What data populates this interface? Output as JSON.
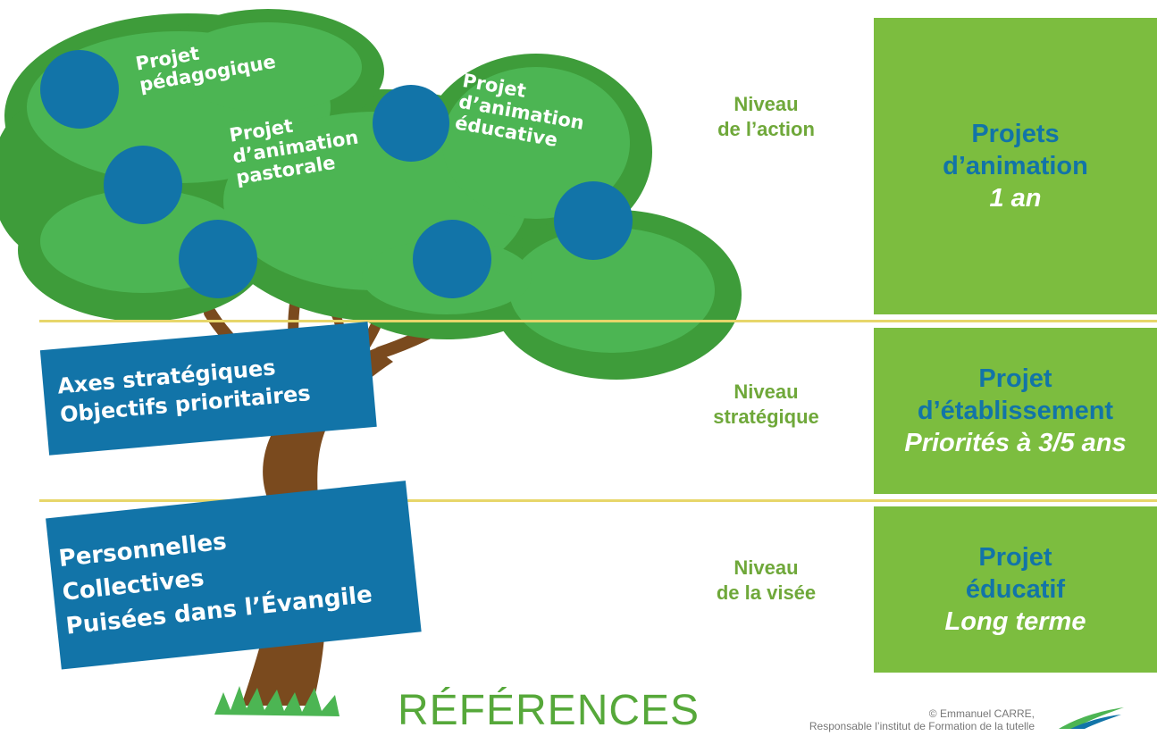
{
  "tree": {
    "labels": {
      "projet_pedagogique": [
        "Projet",
        "pédagogique"
      ],
      "projet_animation_pastorale": [
        "Projet",
        "d’animation",
        "pastorale"
      ],
      "projet_animation_educative": [
        "Projet",
        "d’animation",
        "éducative"
      ]
    },
    "branches_panel": [
      "Axes stratégiques",
      "Objectifs prioritaires"
    ],
    "roots_panel": [
      "Personnelles",
      "Collectives",
      "Puisées dans l’Évangile"
    ]
  },
  "levels": [
    {
      "lines": [
        "Niveau",
        "de l’action"
      ]
    },
    {
      "lines": [
        "Niveau",
        "stratégique"
      ]
    },
    {
      "lines": [
        "Niveau",
        "de la visée"
      ]
    }
  ],
  "boxes": [
    {
      "title": [
        "Projets",
        "d’animation"
      ],
      "subtitle": "1 an"
    },
    {
      "title": [
        "Projet",
        "d’établissement"
      ],
      "subtitle": "Priorités à 3/5 ans"
    },
    {
      "title": [
        "Projet",
        "éducatif"
      ],
      "subtitle": "Long terme"
    }
  ],
  "footer": {
    "references": "RÉFÉRENCES",
    "copyright": [
      "© Emmanuel CARRE,",
      "Responsable l’institut de Formation de la tutelle"
    ]
  },
  "colors": {
    "foliage_dark": "#3e9c3a",
    "foliage_light": "#4cb553",
    "trunk": "#7a4a1e",
    "circle_blue": "#1274a8",
    "panel_blue": "#1274a8",
    "box_green": "#7cbd3f",
    "level_text": "#6fa83a",
    "divider": "#e7d66a"
  }
}
